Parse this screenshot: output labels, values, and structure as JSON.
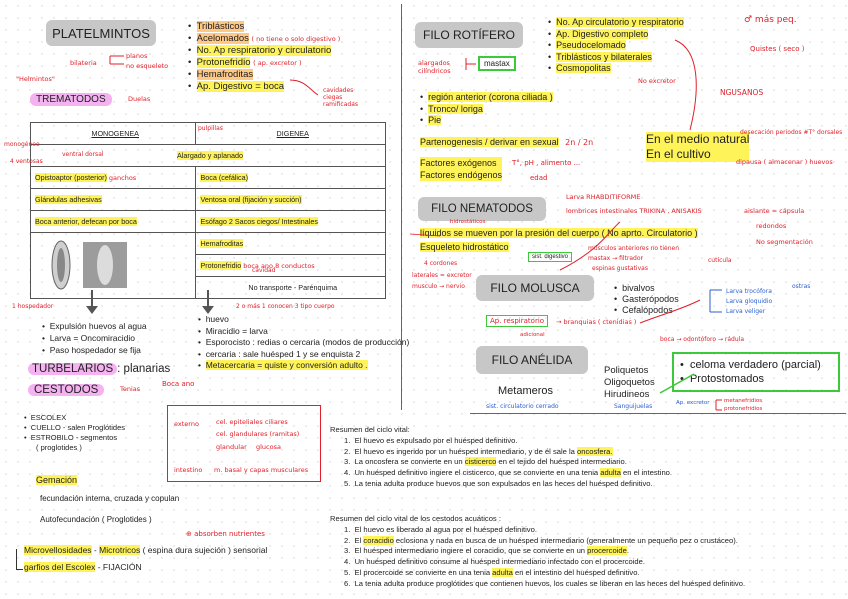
{
  "platelmintos": {
    "title": "PLATELMINTOS",
    "bullets": [
      "Triblásticos",
      "Acelomados",
      "No. Ap respiratorio y circulatorio",
      "Protonefridio",
      "Hemafroditas",
      "Ap. Digestivo = boca"
    ],
    "note_acel": "( no tiene o solo digestivo )",
    "note_proto": "( ap. excretor )",
    "note_digestivo": "cavidades ciegas ramificadas",
    "bilateria": "bilateria",
    "planos": "planos",
    "sin_esqueleto": "no esqueleto",
    "gusanos": "\"Helmintos\""
  },
  "trematodos": {
    "title": "TREMATODOS",
    "note": "Duelas",
    "col1": "MONOGENEA",
    "col2": "DIGENEA",
    "rows": [
      [
        "",
        "Alargado y aplanado"
      ],
      [
        "Opistoaptor (posterior)",
        "Boca (cefálica)"
      ],
      [
        "Glándulas adhesivas",
        "Ventosa oral (fijación y succión)"
      ],
      [
        "Boca anterior, defecan por boca",
        "Esófago 2 Sacos ciegos/ Intestinales"
      ]
    ],
    "hemafroditas": "Hemafroditas",
    "protonefridio": "Protonefridio",
    "no_transporte": "No transporte - Parénquima",
    "monogenea_notes": [
      "monogéneo",
      "4 ventosas",
      "ventral dorsal"
    ],
    "digenea_note": "pulpillas",
    "ganchos": "ganchos",
    "boca_ano": "boca  ano  8 conductos",
    "cuerpo_note": "cavidad",
    "left_arrow_note": "1 hospedador",
    "right_arrow_note": "2 o más  1 conocen  3 tipo cuerpo",
    "left_cycle": [
      "Expulsión huevos al agua",
      "Larva = Oncomiracidio",
      "Paso hospedador se fija"
    ],
    "right_cycle": [
      "huevo",
      "Miracidio = larva",
      "Esporocisto : redias o cercaria  (modos de producción)",
      "cercaria : sale huésped 1 y se enquista 2",
      "Metacercaria = quiste y conversión adulto ."
    ]
  },
  "turbelarios": {
    "title": "TURBELARIOS",
    "suffix": ": planarias"
  },
  "cestodos": {
    "title": "CESTODOS",
    "note": "Tenias",
    "note2": "Boca  ano",
    "bullets": [
      "ESCOLEX",
      "CUELLO - salen Proglótides",
      "ESTROBILO - segmentos",
      "( proglotides )"
    ],
    "gemacion": "Gemación",
    "fecundacion": "fecundación interna, cruzada y copulan",
    "autofecundacion": "Autofecundación ( Proglotides )",
    "absorben": "absorben nutrientes",
    "microvellosidades": "Microvellosidades",
    "microtricos": "Microtricos",
    "microtricos_rest": "( espina dura sujeción ) sensorial",
    "garfios": "garfios del Escolex",
    "fijacion": "- FIJACIÓN",
    "boxed": [
      "externo",
      "cel. epiteliales ciliares",
      "cel. glandulares (ramitas)",
      "glandular",
      "glucosa",
      "intestino",
      "m. basal y capas musculares"
    ]
  },
  "rotifero": {
    "title": "FILO ROTÍFERO",
    "bullets": [
      "No. Ap circulatorio y respiratorio",
      "Ap. Digestivo completo",
      "Pseudocelomado",
      "Triblásticos y bilaterales",
      "Cosmopolitas"
    ],
    "macho": "♂ más peq.",
    "quistes": "Quistes ( seco )",
    "alargados": "alargados cilíndricos",
    "mastax": "mastax",
    "ap_excretor": "No excretor",
    "no_gusanos": "NGUSANOS",
    "region": [
      "región anterior (corona ciliada )",
      "Tronco/ loriga",
      "Pie"
    ],
    "parteno": "Partenogenesis / derivar en sexual",
    "parteno_note": "2n / 2n",
    "medio": [
      "En el medio natural",
      "En el cultivo"
    ],
    "desecacion": "desecación  periodos  #T°  dorsales",
    "dipausa": "dipausa ( almacenar ) huevos",
    "factores": [
      "Factores exógenos",
      "Factores endógenos"
    ],
    "factores_note": "T°, pH , alimento ...",
    "edad": "edad"
  },
  "nematodos": {
    "title": "FILO NEMATODOS",
    "sub": "hidrostáticos",
    "larva": "Larva RHABDITIFORME",
    "lombrices": "lombrices intestinales  TRIKINA , ANISAKIS",
    "liquidos": "líquidos se mueven por la presión del cuerpo ( No aprto. Circulatorio )",
    "esqueleto": "Esqueleto hidrostático",
    "cordones": "4 cordones",
    "laterales": "laterales = excretor",
    "musculo": "musculo  → nervio",
    "sist_digestivo": "sist. digestivo",
    "musculos_note": "músculos  anteriores  no tienen",
    "filtrado": "mastax  → filtrador",
    "ruptura": "espinas gustativas",
    "cutícula": "cutícula",
    "capsula": "aislante = cápsula",
    "redondos": "redondos",
    "segmentacion": "No segmentación"
  },
  "molusca": {
    "title": "FILO MOLUSCA",
    "bullets": [
      "bivalvos",
      "Gasterópodos",
      "Cefalópodos"
    ],
    "ap_respiratorio": "Ap. respiratorio",
    "branquias": "→ branquias ( ctenidias )",
    "adicional": "adicional",
    "notes_blue": [
      "Larva trocófora",
      "Larva gloquidio",
      "Larva veliger"
    ],
    "ostras": "ostras",
    "boca": "boca → odontóforo → rádula"
  },
  "anelida": {
    "title": "FILO ANÉLIDA",
    "metameros": "Metameros",
    "sist": "sist. circulatorio cerrado",
    "clases": [
      "Poliquetos",
      "Oligoquetos",
      "Hirudineos"
    ],
    "sanguijuelas": "Sanguijuelas",
    "box": [
      "celoma verdadero (parcial)",
      "Protostomados"
    ],
    "ap_excretor": "Ap. excretor",
    "nefridios": [
      "metanefridios",
      "protonefridios"
    ]
  },
  "ciclo_tenia": {
    "title": "Resumen del ciclo vital:",
    "items": [
      "El huevo es expulsado por el huésped definitivo.",
      "El huevo es ingerido por un huésped intermediario, y de él sale la oncosfera.",
      "La oncosfera se convierte en un cisticerco en el tejido del huésped intermediario.",
      "Un huésped definitivo ingiere el cisticerco, que se convierte en una tenia adulta en el intestino.",
      "La tenia adulta produce huevos que son expulsados en las heces del huésped definitivo."
    ]
  },
  "ciclo_acuatico": {
    "title": "Resumen del ciclo vital de los cestodos acuáticos :",
    "items": [
      "El huevo es liberado al agua por el huésped definitivo.",
      "El coracidio eclosiona y nada en busca de un huésped intermediario (generalmente un pequeño pez o crustáceo).",
      "El huésped intermediario ingiere el coracidio, que se convierte en un procercoide.",
      "Un huésped definitivo consume al huésped intermediario infectado con el procercoide.",
      "El procercoide se convierte en una tenia adulta en el intestino del huésped definitivo.",
      "La tenia adulta produce proglótides que contienen huevos, los cuales se liberan en las heces del huésped definitivo."
    ]
  },
  "colors": {
    "yellow": "#fff35a",
    "orange": "#ffc985",
    "pink": "#f4b2f0",
    "green": "#3cc93c",
    "red": "#e0202a",
    "blue": "#2a5fd0"
  }
}
